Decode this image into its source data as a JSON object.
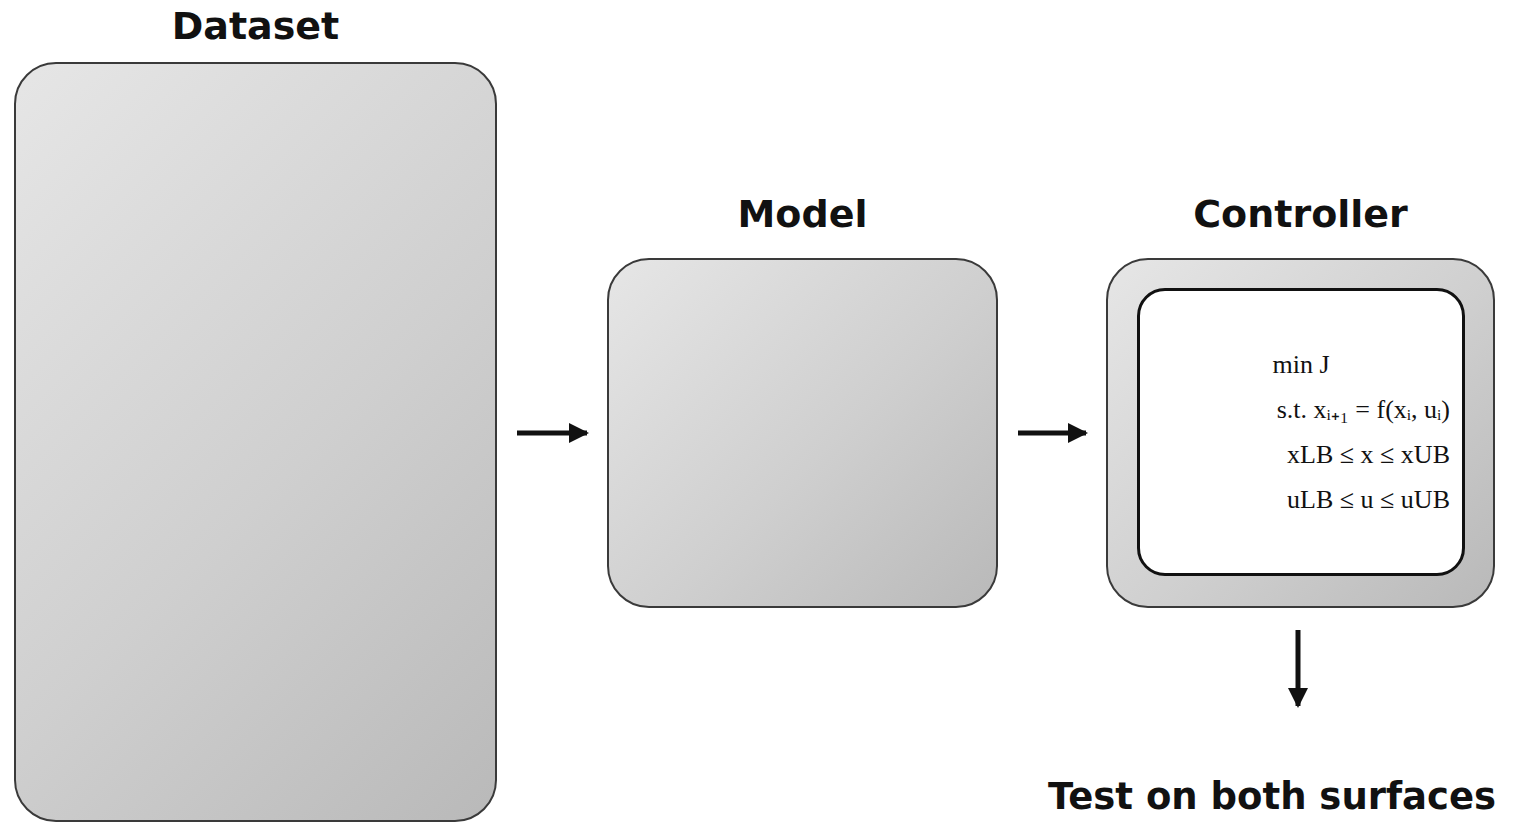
{
  "diagram": {
    "nodes": [
      {
        "text": [
          "Dataset"
        ]
      },
      {
        "text": [
          "Model"
        ]
      },
      {
        "text": [
          "Controller"
        ]
      },
      {
        "text": [
          "min J",
          "s.t. xᵢ₊₁ = f(xᵢ, uᵢ)",
          "xLB ≤ x ≤ xUB",
          "uLB ≤ u ≤ uUB"
        ],
        "in": 2
      }
    ],
    "edges": [
      {
        "from": 0,
        "to": 1,
        "arrow": "to"
      },
      {
        "from": 1,
        "to": 2,
        "arrow": "to"
      }
    ],
    "labels": [
      "Test on both surfaces"
    ]
  }
}
